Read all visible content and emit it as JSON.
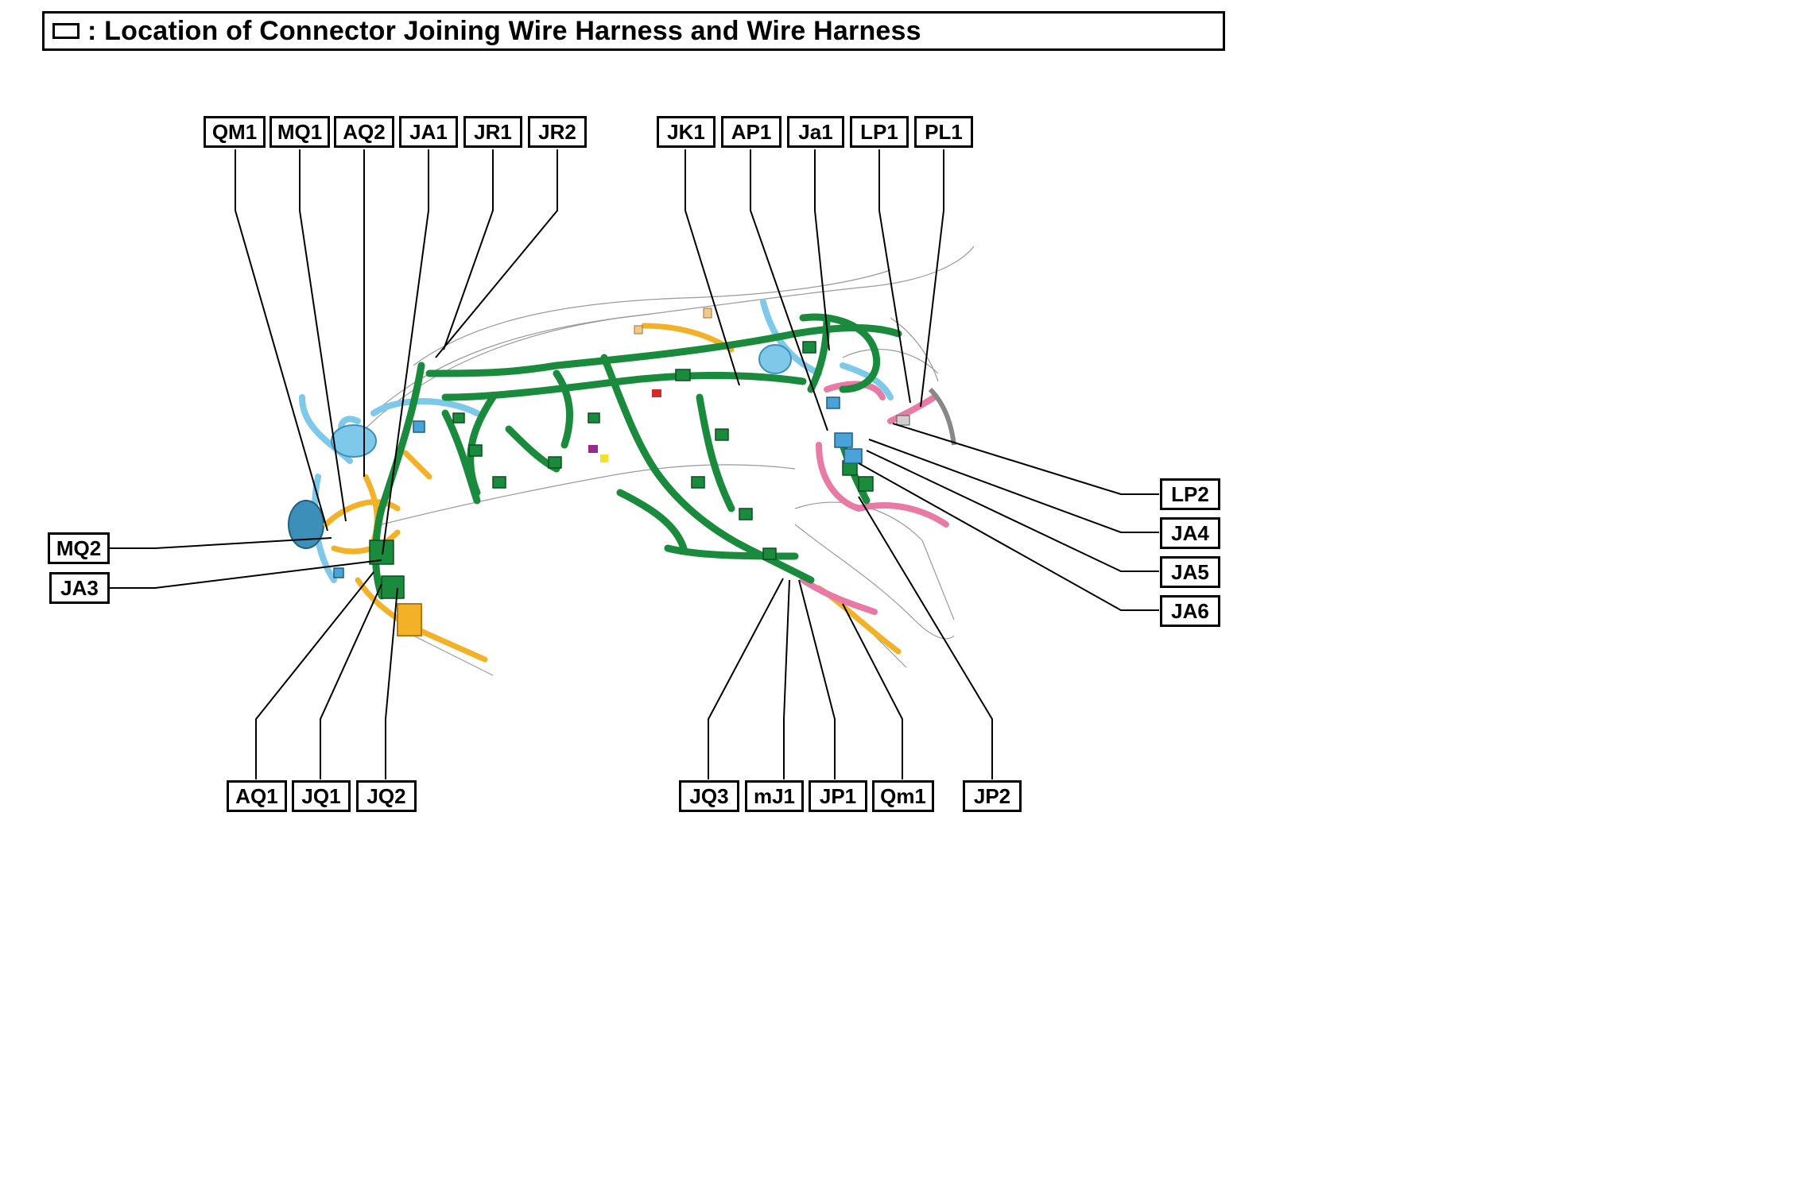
{
  "title": ": Location of Connector Joining Wire Harness and Wire Harness",
  "connectors": {
    "QM1": "QM1",
    "MQ1": "MQ1",
    "AQ2": "AQ2",
    "JA1": "JA1",
    "JR1": "JR1",
    "JR2": "JR2",
    "JK1": "JK1",
    "AP1": "AP1",
    "Ja1": "Ja1",
    "LP1": "LP1",
    "PL1": "PL1",
    "LP2": "LP2",
    "JA4": "JA4",
    "JA5": "JA5",
    "JA6": "JA6",
    "MQ2": "MQ2",
    "JA3": "JA3",
    "AQ1": "AQ1",
    "JQ1": "JQ1",
    "JQ2": "JQ2",
    "JQ3": "JQ3",
    "mJ1": "mJ1",
    "JP1": "JP1",
    "Qm1": "Qm1",
    "JP2": "JP2"
  },
  "colors": {
    "harness_green": "#1a8a3c",
    "harness_blue": "#7ec8ea",
    "harness_orange": "#f2b126",
    "harness_pink": "#e97aa6",
    "outline": "#000000"
  }
}
